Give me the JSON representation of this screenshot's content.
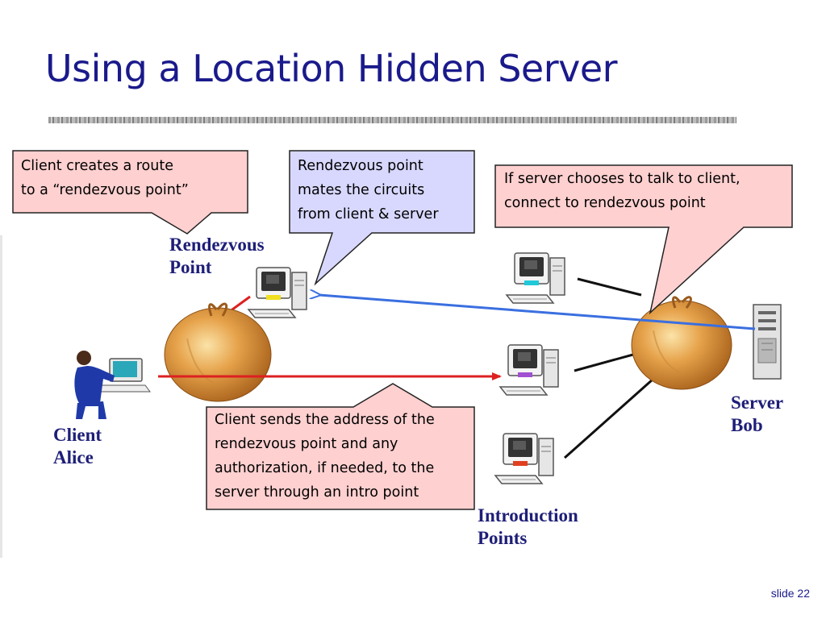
{
  "title": "Using a Location Hidden Server",
  "callouts": {
    "client_route": "Client creates a route\nto a “rendezvous point”",
    "rendezvous_mates": "Rendezvous point\nmates the circuits\nfrom client & server",
    "server_connect": "If server chooses to talk to client,\nconnect to rendezvous point",
    "client_sends": "Client sends the address of the\nrendezvous point and any\nauthorization, if needed, to the\nserver through an intro point"
  },
  "labels": {
    "rendezvous_point": "Rendezvous\nPoint",
    "client_alice": "Client\nAlice",
    "server_bob": "Server\nBob",
    "introduction_points": "Introduction\nPoints"
  },
  "slide_number": "slide 22",
  "colors": {
    "title": "#1a1a8c",
    "label": "#1e1e78",
    "callout_pink": "#ffd0d0",
    "callout_lavender": "#d8d8ff",
    "red_arrow": "#dd2020",
    "blue_arrow": "#3a6fe0"
  },
  "icons": [
    "onion-icon",
    "computer-icon",
    "server-rack-icon",
    "person-at-computer-icon"
  ]
}
